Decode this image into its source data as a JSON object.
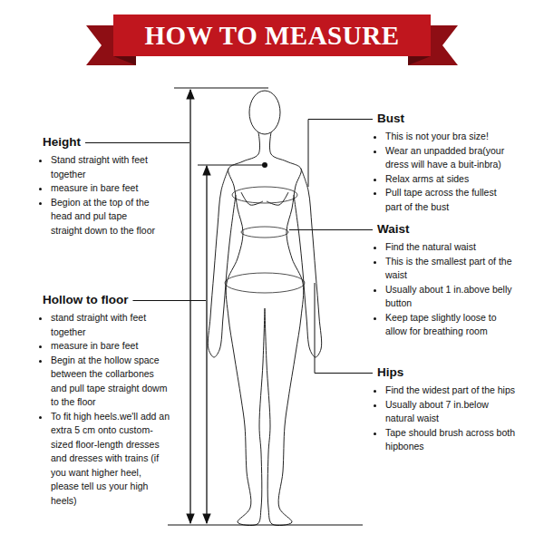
{
  "diagram": {
    "title": "HOW TO MEASURE",
    "labels": [
      "Height",
      "Stand straight with feet together",
      "measure in bare feet",
      "Begion at the top of the head and pul tape straight down to the floor",
      "Hollow to floor",
      "stand straight with feet together",
      "measure in bare feet",
      "Begin at the hollow space between the collarbones and pull tape straight dowm to the floor",
      "To fit high heels.we'll add an extra 5 cm onto custom-sized floor-length dresses and dresses with trains (if you want higher heel, please tell us your high heels)",
      "Bust",
      "This is not your bra size!",
      "Wear an unpadded bra(your dress will have a buit-inbra)",
      "Relax arms at sides",
      "Pull tape across the fullest part of the bust",
      "Waist",
      "Find the natural waist",
      "This is the smallest part of the waist",
      "Usually about 1 in.above belly button",
      "Keep tape slightly loose to allow for breathing room",
      "Hips",
      "Find the widest part of the hips",
      "Usually about 7 in.below natural waist",
      "Tape should brush across both hipbones"
    ]
  }
}
